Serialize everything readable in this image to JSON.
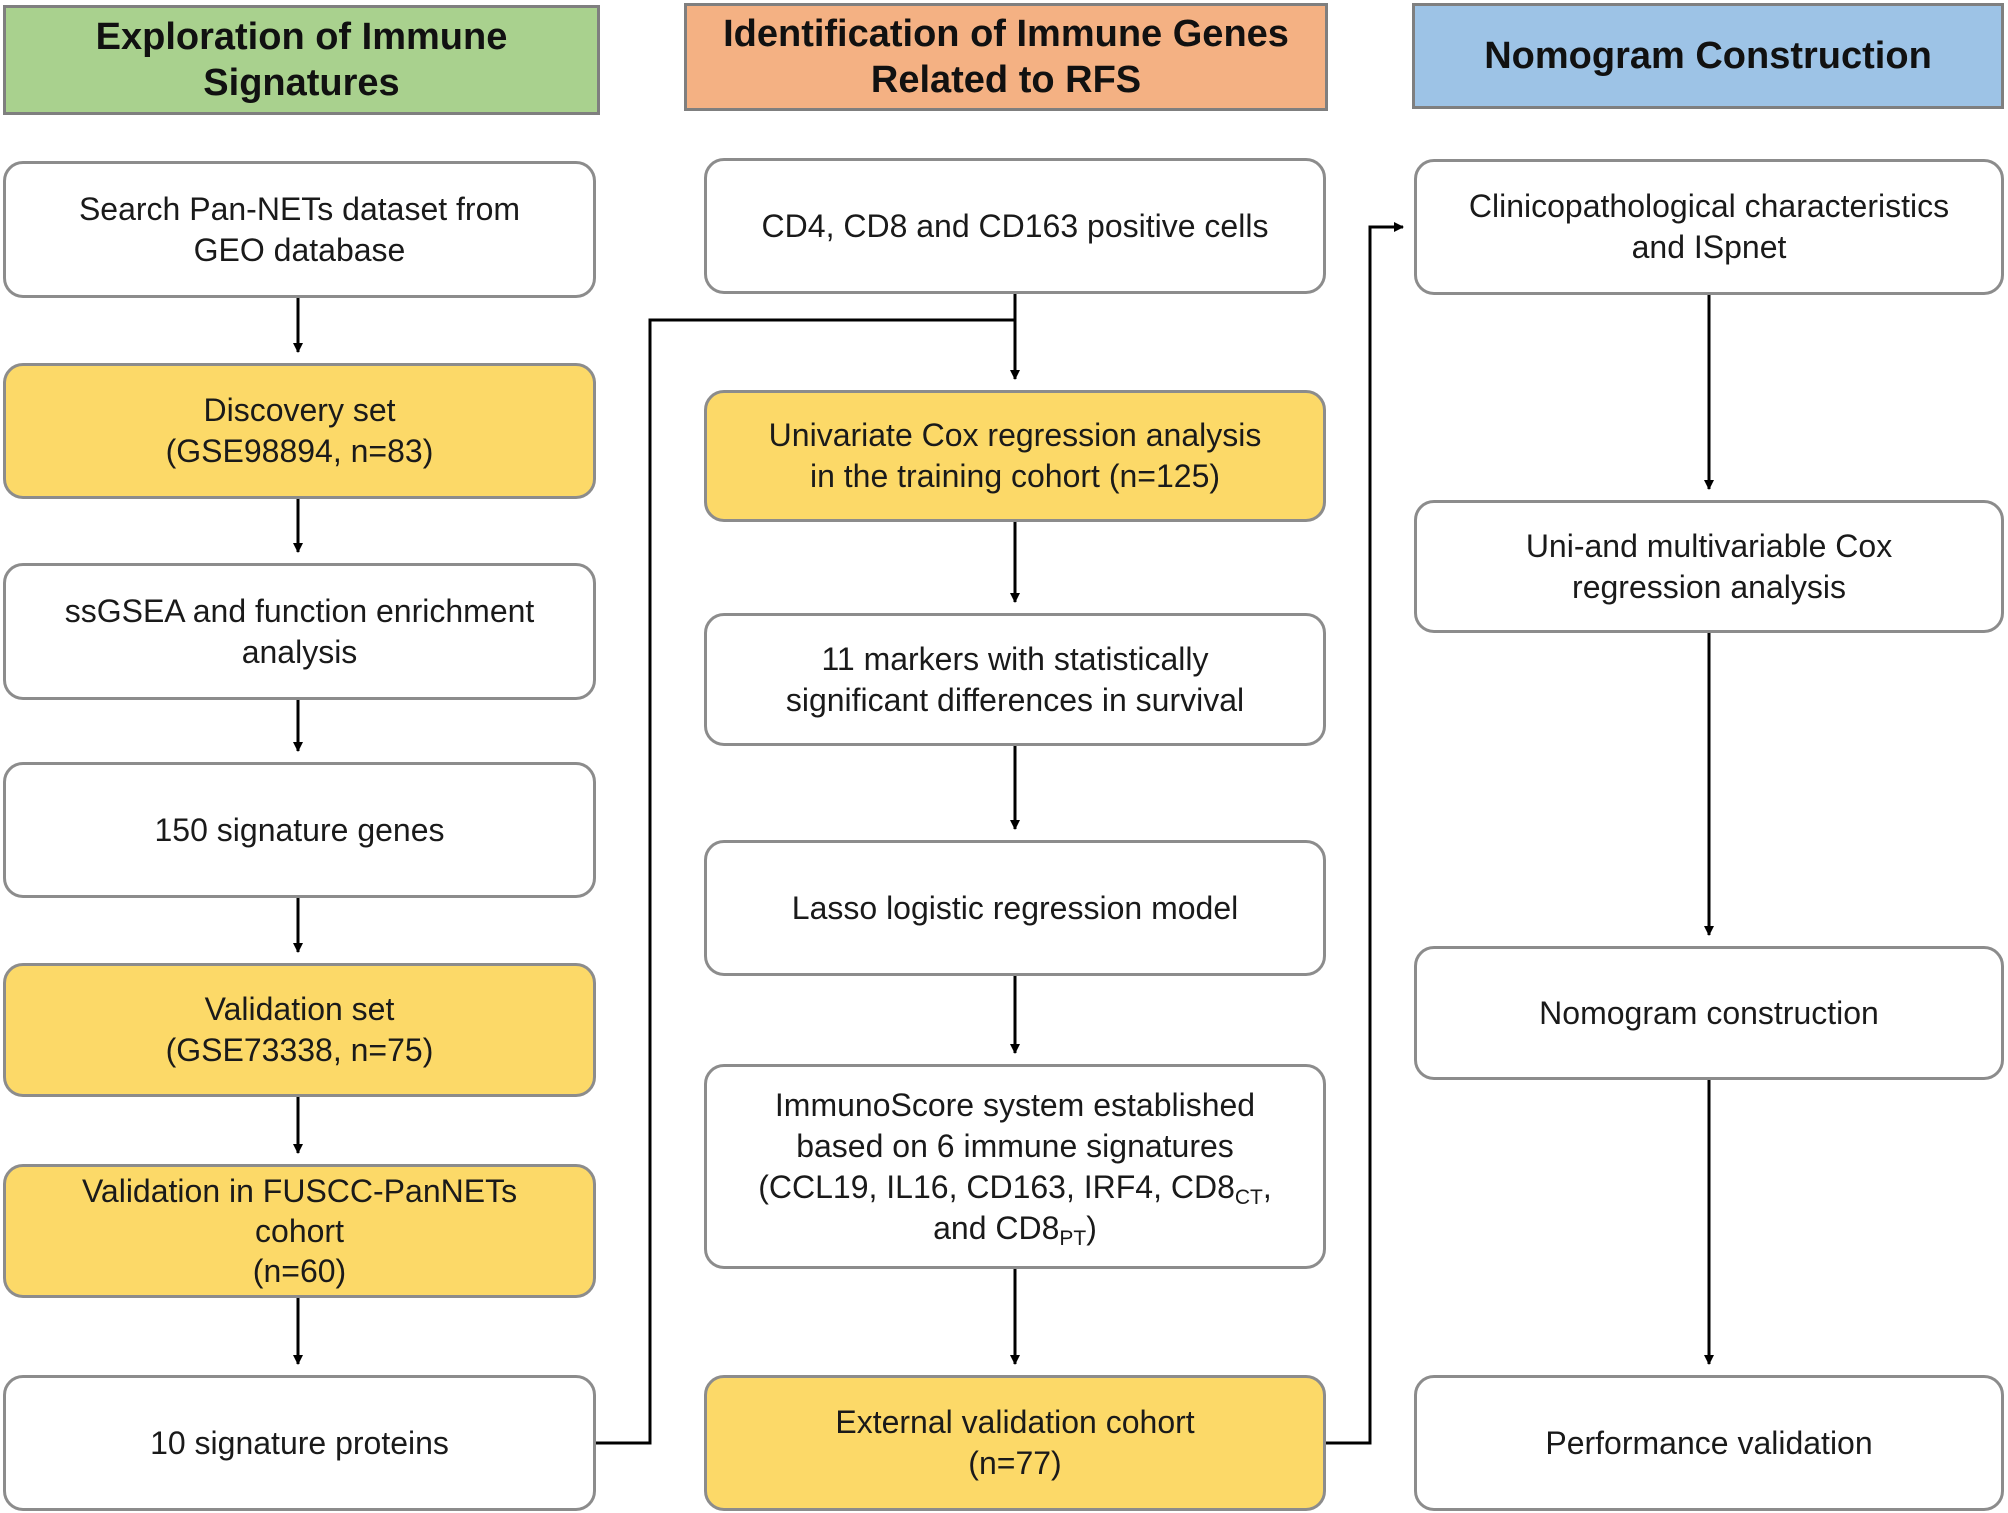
{
  "headers": {
    "col1": [
      "Exploration of Immune",
      "Signatures"
    ],
    "col2": [
      "Identification of Immune Genes",
      "Related to RFS"
    ],
    "col3": [
      "Nomogram Construction"
    ]
  },
  "column1": {
    "search": [
      "Search Pan-NETs dataset from",
      "GEO database"
    ],
    "discovery": [
      "Discovery set",
      "(GSE98894, n=83)"
    ],
    "ssgsea": [
      "ssGSEA and function enrichment",
      "analysis"
    ],
    "signature_genes": [
      "150 signature genes"
    ],
    "validation_set": [
      "Validation set",
      "(GSE73338, n=75)"
    ],
    "fuscc": [
      "Validation in FUSCC-PanNETs",
      "cohort",
      "(n=60)"
    ],
    "proteins": [
      "10 signature proteins"
    ]
  },
  "column2": {
    "cells": [
      "CD4, CD8 and CD163 positive cells"
    ],
    "univariate": [
      "Univariate Cox regression analysis",
      "in the training cohort (n=125)"
    ],
    "markers": [
      "11 markers with statistically",
      "significant differences in survival"
    ],
    "lasso": [
      "Lasso logistic regression model"
    ],
    "immunoscore": {
      "line1": "ImmunoScore system established",
      "line2": "based on 6 immune signatures",
      "line3_pre": "(CCL19, IL16, CD163, IRF4, CD8",
      "line3_sub": "CT",
      "line3_post": ",",
      "line4_pre": "and CD8",
      "line4_sub": "PT",
      "line4_post": ")"
    },
    "external": [
      "External validation cohort",
      "(n=77)"
    ]
  },
  "column3": {
    "clinico": [
      "Clinicopathological characteristics",
      "and ISpnet"
    ],
    "uni_multi": [
      "Uni-and multivariable Cox",
      "regression analysis"
    ],
    "nomogram": [
      "Nomogram construction"
    ],
    "performance": [
      "Performance validation"
    ]
  },
  "colors": {
    "header_green": "#a9d18e",
    "header_orange": "#f4b183",
    "header_blue": "#9dc3e6",
    "highlight_box": "#fcd968",
    "plain_box": "#ffffff",
    "box_border": "#8c8c8c",
    "connector": "#000000"
  }
}
